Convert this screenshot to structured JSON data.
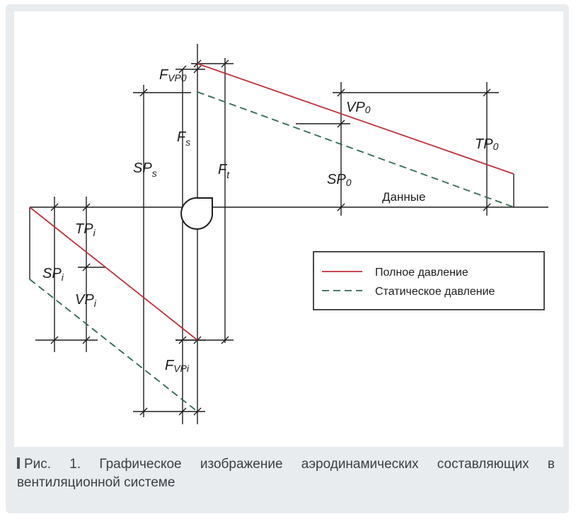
{
  "diagram": {
    "labels": {
      "fvp0": {
        "main": "F",
        "sub": "VP0"
      },
      "fs": {
        "main": "F",
        "sub": "s"
      },
      "sps": {
        "main": "SP",
        "sub": "s"
      },
      "ft": {
        "main": "F",
        "sub": "t"
      },
      "vp0": {
        "main": "VP",
        "sub": "0"
      },
      "tp0": {
        "main": "TP",
        "sub": "0"
      },
      "sp0": {
        "main": "SP",
        "sub": "0"
      },
      "datum": "Данные",
      "tpi": {
        "main": "TP",
        "sub": "i"
      },
      "spi": {
        "main": "SP",
        "sub": "i"
      },
      "vpi": {
        "main": "VP",
        "sub": "i"
      },
      "fvpi": {
        "main": "F",
        "sub": "VPi"
      }
    },
    "legend": {
      "total": "Полное давление",
      "static": "Статическое давление"
    },
    "colors": {
      "total_pressure": "#c0303a",
      "static_pressure": "#2e6b4f",
      "dimension_lines": "#1e1e1e"
    }
  },
  "caption": {
    "text": "Рис. 1. Графическое изображение аэродинамических составляющих в вентиляционной системе"
  }
}
